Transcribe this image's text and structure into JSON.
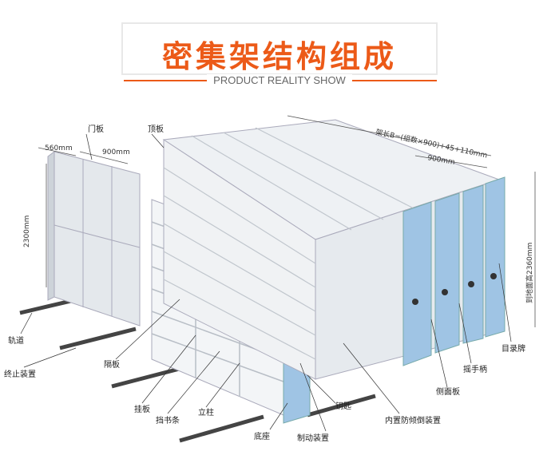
{
  "header": {
    "title": "密集架结构组成",
    "subtitle": "PRODUCT REALITY SHOW"
  },
  "dimensions": {
    "depth": "560mm",
    "width": "900mm",
    "height": "2300mm",
    "total_length": "架长B=(组数×900)+45+110mm",
    "unit_width": "900mm",
    "total_height": "到地面高2360mm"
  },
  "labels": {
    "door": "门板",
    "top": "顶板",
    "rail": "轨道",
    "stop": "终止装置",
    "partition": "隔板",
    "hang": "挂板",
    "bookstop": "挡书条",
    "post": "立柱",
    "base": "底座",
    "brake": "制动装置",
    "key": "钥匙",
    "antitilt": "内置防倾倒装置",
    "side": "侧面板",
    "handle": "摇手柄",
    "catalog": "目录牌"
  },
  "colors": {
    "accent": "#ec5a18",
    "side_panel": "#9fc4e4",
    "body": "#eef1f4",
    "rail": "#444444"
  }
}
